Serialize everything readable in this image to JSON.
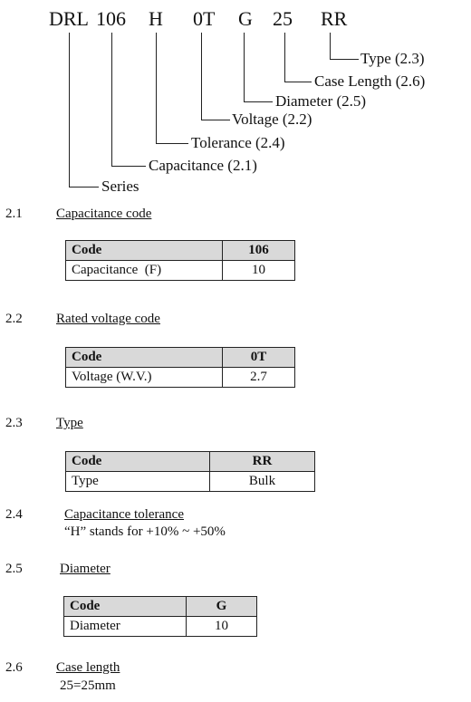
{
  "part_number": {
    "segments": [
      "DRL",
      "106",
      "H",
      "0T",
      "G",
      "25",
      "RR"
    ]
  },
  "callouts": [
    {
      "label": "Type (2.3)"
    },
    {
      "label": "Case Length (2.6)"
    },
    {
      "label": "Diameter (2.5)"
    },
    {
      "label": "Voltage (2.2)"
    },
    {
      "label": "Tolerance (2.4)"
    },
    {
      "label": "Capacitance (2.1)"
    },
    {
      "label": "Series"
    }
  ],
  "sections": {
    "s21": {
      "num": "2.1",
      "title": "Capacitance code",
      "table": {
        "h1": "Code",
        "h2": "106",
        "r1": "Capacitance  (F)",
        "r2": "10"
      }
    },
    "s22": {
      "num": "2.2",
      "title": "Rated voltage code",
      "table": {
        "h1": "Code",
        "h2": "0T",
        "r1": "Voltage (W.V.)",
        "r2": "2.7"
      }
    },
    "s23": {
      "num": "2.3",
      "title": "Type",
      "table": {
        "h1": "Code",
        "h2": "RR",
        "r1": "Type",
        "r2": "Bulk"
      }
    },
    "s24": {
      "num": "2.4",
      "title": "Capacitance tolerance",
      "text": "“H” stands for +10% ~ +50%"
    },
    "s25": {
      "num": "2.5",
      "title": "Diameter",
      "table": {
        "h1": "Code",
        "h2": "G",
        "r1": "Diameter",
        "r2": "10"
      }
    },
    "s26": {
      "num": "2.6",
      "title": "Case length",
      "text": "25=25mm"
    }
  }
}
